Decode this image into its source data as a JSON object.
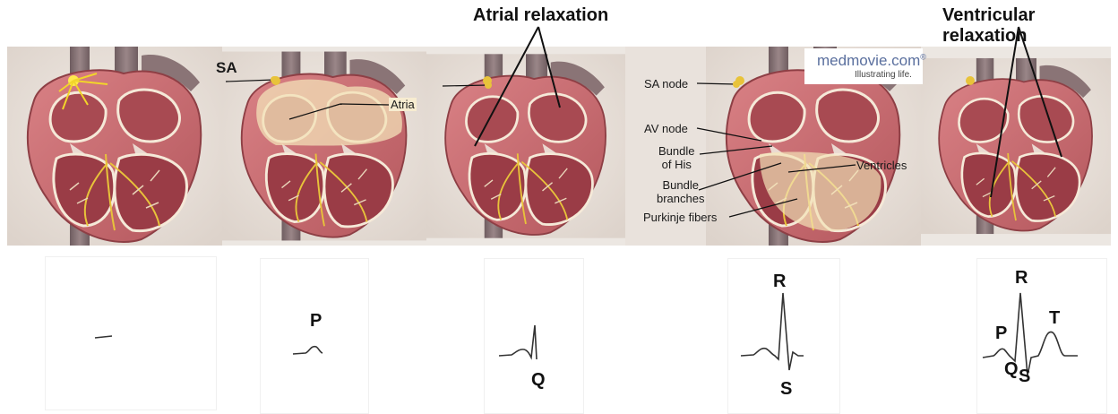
{
  "headings": {
    "atrial_relaxation": "Atrial relaxation",
    "ventricular_relaxation": "Ventricular relaxation"
  },
  "labels": {
    "sa": "SA",
    "atria": "Atria",
    "sa_node": "SA node",
    "av_node": "AV node",
    "bundle_of_his": [
      "Bundle",
      "of His"
    ],
    "bundle_branches": [
      "Bundle",
      "branches"
    ],
    "ventricles": "Ventricles",
    "purkinje_fibers": "Purkinje fibers"
  },
  "logo": {
    "main": "medmovie.com",
    "reg": "®",
    "sub": "Illustrating life."
  },
  "ecg": {
    "panel2": [
      "P"
    ],
    "panel3": [
      "Q"
    ],
    "panel4": [
      "R",
      "S"
    ],
    "panel5": [
      "R",
      "P",
      "T",
      "Q",
      "S"
    ]
  },
  "colors": {
    "heart_muscle": "#c96b6e",
    "heart_dark": "#8e3f45",
    "vessel": "#7c6a6c",
    "conduction": "#e8c33a",
    "highlight": "#f3e2b8",
    "background": "#ece7e2"
  }
}
